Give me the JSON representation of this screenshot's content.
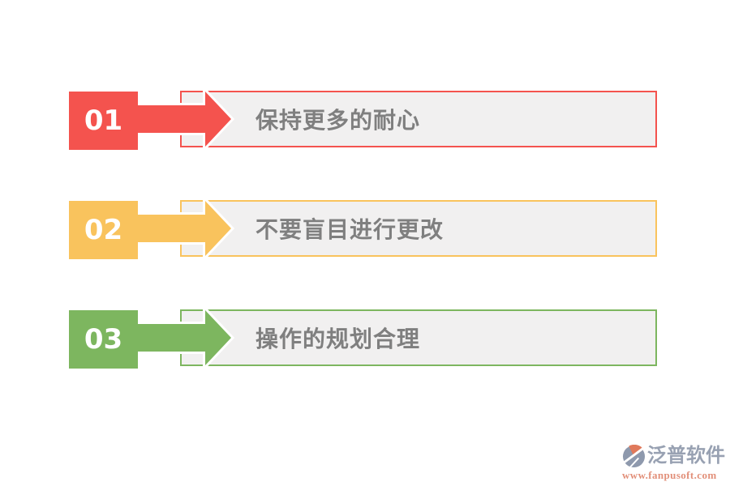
{
  "page": {
    "background": "#ffffff"
  },
  "steps": [
    {
      "number": "01",
      "label": "保持更多的耐心",
      "color": "#f4534e"
    },
    {
      "number": "02",
      "label": "不要盲目进行更改",
      "color": "#f9c35d"
    },
    {
      "number": "03",
      "label": "操作的规划合理",
      "color": "#7db65f"
    }
  ],
  "styles": {
    "box_fill": "#f1f0f0",
    "label_color": "#7f7f7f",
    "number_color": "#ffffff"
  },
  "brand": {
    "name": "泛普软件",
    "url": "www.fanpusoft.com",
    "name_color": "#98a1b2",
    "url_color": "#e2907a",
    "icon": "fanpu-logo-icon",
    "icon_gray": "#8e99ad",
    "icon_orange": "#e0795b"
  }
}
